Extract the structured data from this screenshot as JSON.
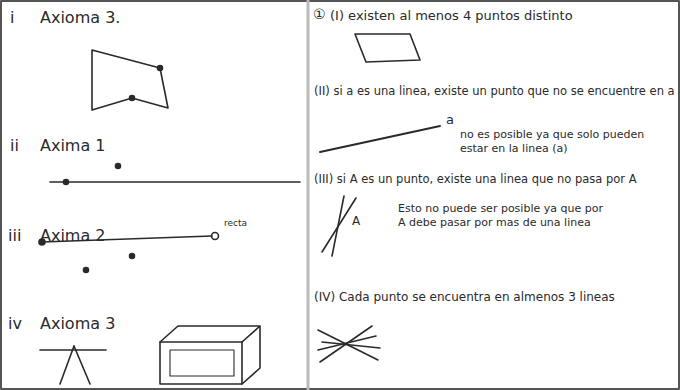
{
  "diagram": {
    "labels": [
      "i",
      "Axioma 3.",
      "ii",
      "Axima 1",
      "iii",
      "Axima 2",
      "recta",
      "iv",
      "Axioma 3",
      "①",
      "(I) existen al menos 4 puntos distinto",
      "(II) si a es una linea, existe un punto que no se encuentre en a",
      "a",
      "no es posible ya que solo pueden estar en la linea (a)",
      "(III) si A es un punto, existe una linea que no pasa por A",
      "A",
      "Esto no puede ser posible ya que por A debe pasar por mas de una linea",
      "(IV) Cada punto se encuentra en almenos 3 lineas"
    ]
  }
}
